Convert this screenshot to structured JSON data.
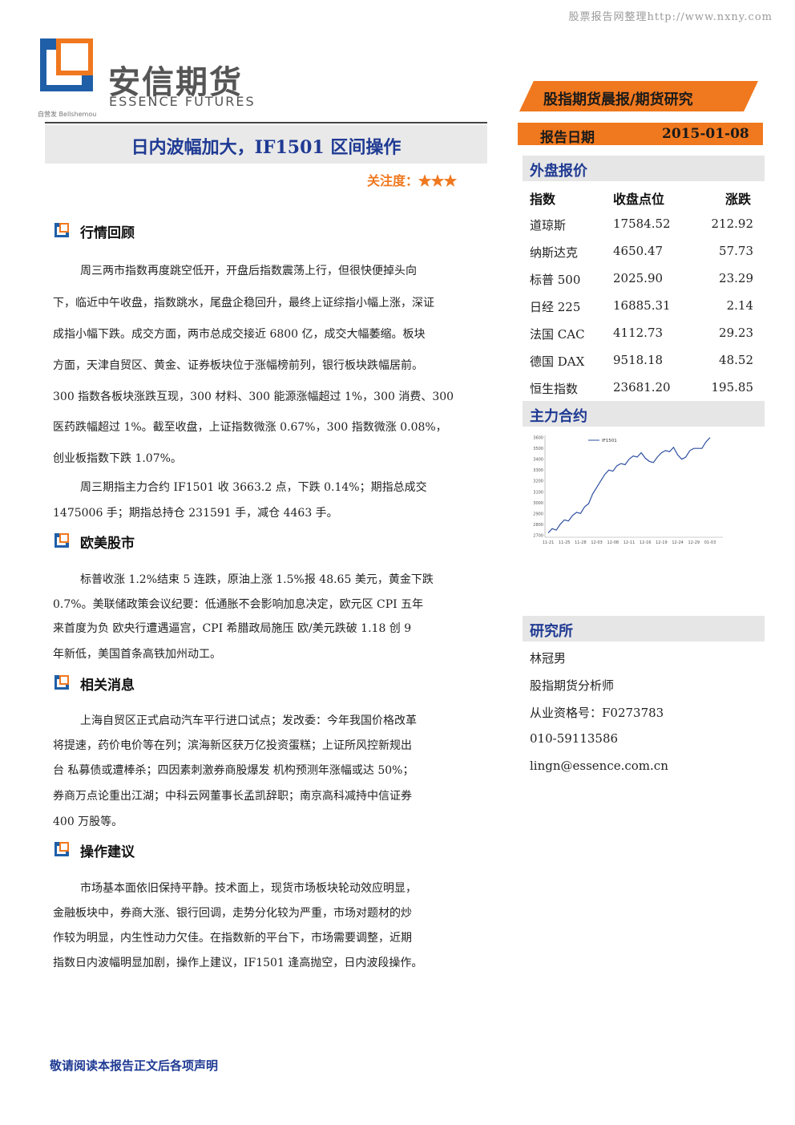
{
  "watermark": "股票报告网整理http://www.nxny.com",
  "logo": {
    "cn": "安信期货",
    "en": "ESSENCE FUTURES",
    "tiny": "自营发 Bellshemou"
  },
  "banner": "股指期货晨报/期货研究",
  "report_date": {
    "label": "报告日期",
    "value": "2015-01-08"
  },
  "title": "日内波幅加大，IF1501 区间操作",
  "focus": "关注度：★★★",
  "sections": [
    {
      "title": "行情回顾",
      "lines": [
        "周三两市指数再度跳空低开，开盘后指数震荡上行，但很快便掉头向",
        "下，临近中午收盘，指数跳水，尾盘企稳回升，最终上证综指小幅上涨，深证",
        "成指小幅下跌。成交方面，两市总成交接近 6800 亿，成交大幅萎缩。板块",
        "方面，天津自贸区、黄金、证券板块位于涨幅榜前列，银行板块跌幅居前。",
        "300 指数各板块涨跌互现，300 材料、300 能源涨幅超过 1%，300 消费、300",
        "医药跌幅超过 1%。截至收盘，上证指数微涨 0.67%，300 指数微涨 0.08%，",
        "创业板指数下跌 1.07%。",
        "周三期指主力合约 IF1501 收 3663.2 点，下跌 0.14%；期指总成交",
        "1475006 手；期指总持仓 231591 手，减仓 4463 手。"
      ]
    },
    {
      "title": "欧美股市",
      "lines": [
        "标普收涨 1.2%结束 5 连跌，原油上涨 1.5%报 48.65 美元，黄金下跌",
        "0.7%。美联储政策会议纪要：低通胀不会影响加息决定，欧元区 CPI 五年",
        "来首度为负 欧央行遭遇逼宫，CPI 希腊政局施压 欧/美元跌破 1.18 创 9",
        "年新低，美国首条高铁加州动工。"
      ]
    },
    {
      "title": "相关消息",
      "lines": [
        "上海自贸区正式启动汽车平行进口试点；发改委：今年我国价格改革",
        "将提速，药价电价等在列；滨海新区获万亿投资蛋糕；上证所风控新规出",
        "台 私募债或遭棒杀；四因素刺激券商股爆发 机构预测年涨幅或达 50%；",
        "券商万点论重出江湖；中科云网董事长孟凯辞职；南京高科减持中信证券",
        "400 万股等。"
      ]
    },
    {
      "title": "操作建议",
      "lines": [
        "市场基本面依旧保持平静。技术面上，现货市场板块轮动效应明显，",
        "金融板块中，券商大涨、银行回调，走势分化较为严重，市场对题材的炒",
        "作较为明显，内生性动力欠佳。在指数新的平台下，市场需要调整，近期",
        "指数日内波幅明显加剧，操作上建议，IF1501 逢高抛空，日内波段操作。"
      ]
    }
  ],
  "foreign": {
    "title": "外盘报价",
    "headers": [
      "指数",
      "收盘点位",
      "涨跌"
    ],
    "rows": [
      [
        "道琼斯",
        "17584.52",
        "212.92"
      ],
      [
        "纳斯达克",
        "4650.47",
        "57.73"
      ],
      [
        "标普 500",
        "2025.90",
        "23.29"
      ],
      [
        "日经 225",
        "16885.31",
        "2.14"
      ],
      [
        "法国 CAC",
        "4112.73",
        "29.23"
      ],
      [
        "德国 DAX",
        "9518.18",
        "48.52"
      ],
      [
        "恒生指数",
        "23681.20",
        "195.85"
      ]
    ]
  },
  "main_contract": {
    "title": "主力合约"
  },
  "research": {
    "title": "研究所",
    "lines": [
      "林冠男",
      "股指期货分析师",
      "从业资格号：F0273783",
      "010-59113586",
      "lingn@essence.com.cn"
    ]
  },
  "disclaimer": "敬请阅读本报告正文后各项声明",
  "chart_data": {
    "type": "line",
    "title": "",
    "series": [
      {
        "name": "IF1501",
        "values": [
          2720,
          2760,
          2745,
          2800,
          2840,
          2830,
          2880,
          2910,
          2900,
          2960,
          2990,
          3080,
          3140,
          3200,
          3260,
          3300,
          3290,
          3340,
          3360,
          3350,
          3400,
          3430,
          3420,
          3460,
          3410,
          3380,
          3370,
          3420,
          3460,
          3480,
          3470,
          3510,
          3440,
          3400,
          3420,
          3480,
          3500,
          3500,
          3500,
          3560,
          3600
        ]
      }
    ],
    "x_ticks": [
      "11-21",
      "11-25",
      "11-28",
      "12-03",
      "12-08",
      "12-11",
      "12-16",
      "12-19",
      "12-24",
      "12-29",
      "01-03"
    ],
    "y_ticks": [
      "2700",
      "2800",
      "2900",
      "3000",
      "3100",
      "3200",
      "3300",
      "3400",
      "3500",
      "3600"
    ],
    "ylim": [
      2680,
      3620
    ],
    "color": "#2e4fa0",
    "grid": false,
    "legend": "top-right"
  }
}
